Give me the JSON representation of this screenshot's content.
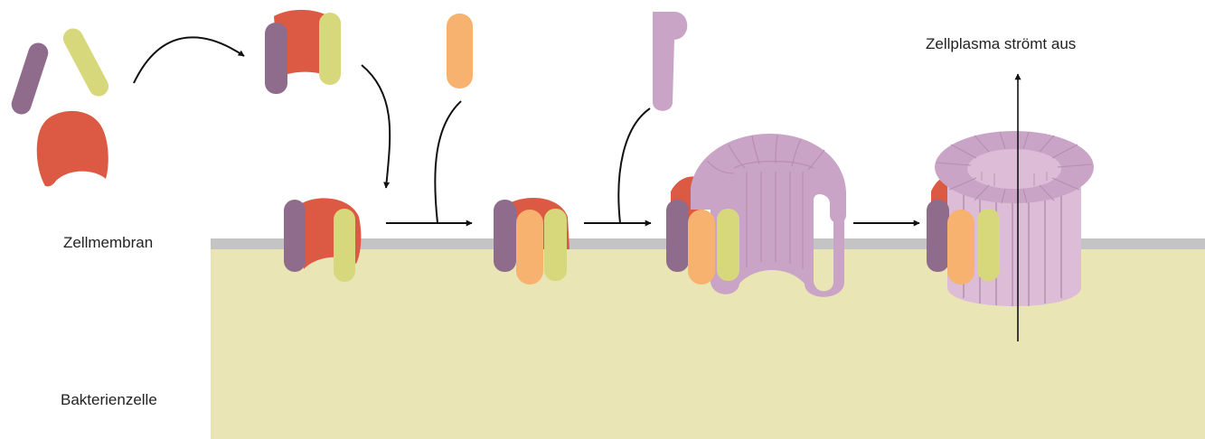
{
  "labels": {
    "membrane": "Zellmembran",
    "cell": "Bakterienzelle",
    "efflux": "Zellplasma strömt aus"
  },
  "colors": {
    "cytoplasm": "#e9e5b4",
    "membrane": "#c4c4c4",
    "protein_red": "#dc5a44",
    "protein_purple": "#8f6b8c",
    "protein_yellow": "#d7d87c",
    "protein_orange": "#f8b270",
    "pore_light": "#dcbcd6",
    "pore_mid": "#caa4c6",
    "pore_dark": "#8e6e8c",
    "arrow": "#111111"
  }
}
